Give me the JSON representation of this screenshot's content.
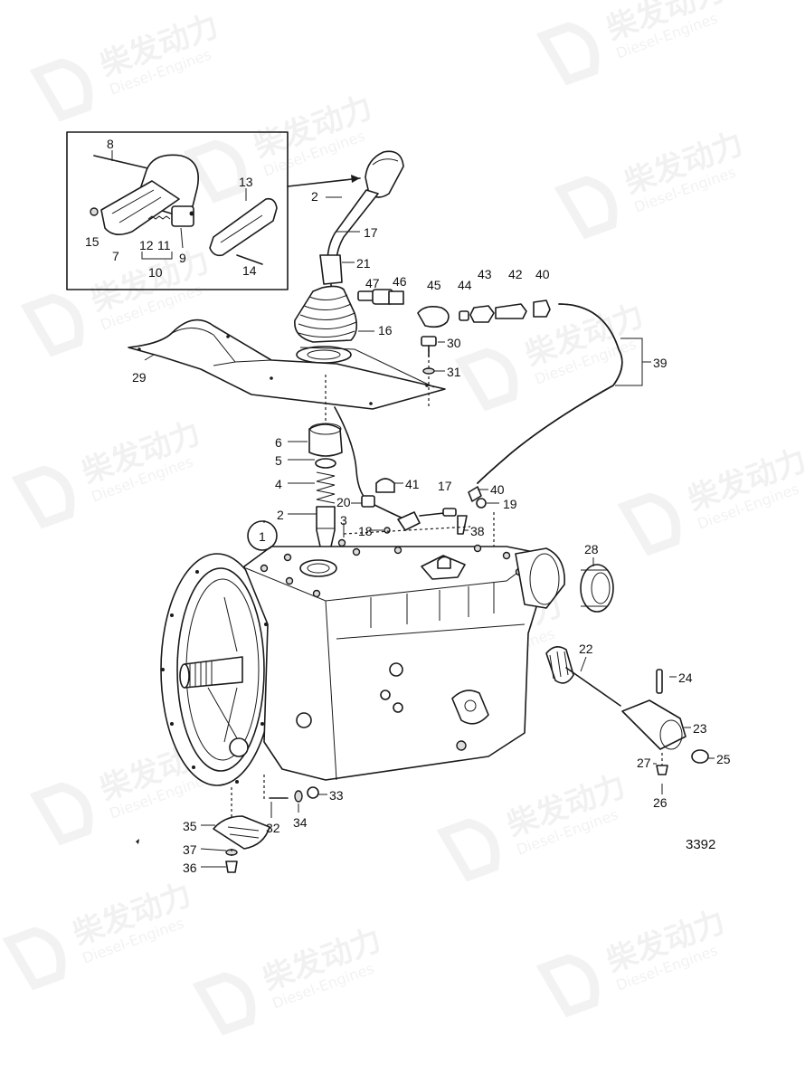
{
  "watermark": {
    "brand": "柴发动力",
    "subtitle": "Diesel-Engines"
  },
  "drawing_number": "3392",
  "callouts": [
    {
      "id": "c8",
      "label": "8"
    },
    {
      "id": "c13",
      "label": "13"
    },
    {
      "id": "c15",
      "label": "15"
    },
    {
      "id": "c12",
      "label": "12"
    },
    {
      "id": "c11",
      "label": "11"
    },
    {
      "id": "c7",
      "label": "7"
    },
    {
      "id": "c9",
      "label": "9"
    },
    {
      "id": "c10",
      "label": "10"
    },
    {
      "id": "c14",
      "label": "14"
    },
    {
      "id": "c2a",
      "label": "2"
    },
    {
      "id": "c17a",
      "label": "17"
    },
    {
      "id": "c21",
      "label": "21"
    },
    {
      "id": "c47",
      "label": "47"
    },
    {
      "id": "c46",
      "label": "46"
    },
    {
      "id": "c45",
      "label": "45"
    },
    {
      "id": "c44",
      "label": "44"
    },
    {
      "id": "c43",
      "label": "43"
    },
    {
      "id": "c42",
      "label": "42"
    },
    {
      "id": "c40a",
      "label": "40"
    },
    {
      "id": "c16",
      "label": "16"
    },
    {
      "id": "c30",
      "label": "30"
    },
    {
      "id": "c29",
      "label": "29"
    },
    {
      "id": "c31",
      "label": "31"
    },
    {
      "id": "c39",
      "label": "39"
    },
    {
      "id": "c6",
      "label": "6"
    },
    {
      "id": "c5",
      "label": "5"
    },
    {
      "id": "c4",
      "label": "4"
    },
    {
      "id": "c41",
      "label": "41"
    },
    {
      "id": "c17b",
      "label": "17"
    },
    {
      "id": "c40b",
      "label": "40"
    },
    {
      "id": "c20",
      "label": "20"
    },
    {
      "id": "c19",
      "label": "19"
    },
    {
      "id": "c2b",
      "label": "2"
    },
    {
      "id": "c3",
      "label": "3"
    },
    {
      "id": "c18",
      "label": "18"
    },
    {
      "id": "c38",
      "label": "38"
    },
    {
      "id": "c1",
      "label": "1"
    },
    {
      "id": "c28",
      "label": "28"
    },
    {
      "id": "c22",
      "label": "22"
    },
    {
      "id": "c24",
      "label": "24"
    },
    {
      "id": "c23",
      "label": "23"
    },
    {
      "id": "c27",
      "label": "27"
    },
    {
      "id": "c25",
      "label": "25"
    },
    {
      "id": "c26",
      "label": "26"
    },
    {
      "id": "c33",
      "label": "33"
    },
    {
      "id": "c35",
      "label": "35"
    },
    {
      "id": "c32",
      "label": "32"
    },
    {
      "id": "c34",
      "label": "34"
    },
    {
      "id": "c37",
      "label": "37"
    },
    {
      "id": "c36",
      "label": "36"
    }
  ]
}
